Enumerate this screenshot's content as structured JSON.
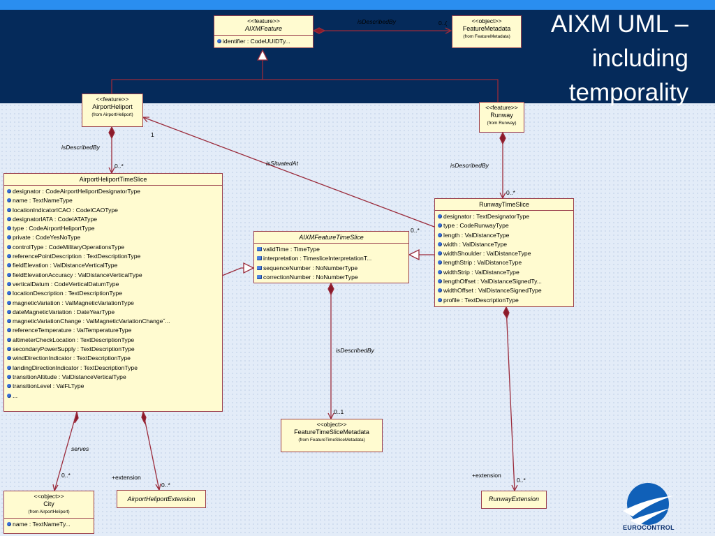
{
  "slide": {
    "title_lines": [
      "AIXM UML –",
      "including",
      "temporality"
    ],
    "logo_text": "EUROCONTROL"
  },
  "classes": {
    "aixm_feature": {
      "stereotype": "<<feature>>",
      "name": "AIXMFeature",
      "attrs": [
        "identifier : CodeUUIDTy..."
      ]
    },
    "feature_metadata": {
      "stereotype": "<<object>>",
      "name": "FeatureMetadata",
      "from": "(from FeatureMetadata)"
    },
    "airport_heliport": {
      "stereotype": "<<feature>>",
      "name": "AirportHeliport",
      "from": "(from AirportHeliport)"
    },
    "runway": {
      "stereotype": "<<feature>>",
      "name": "Runway",
      "from": "(from Runway)"
    },
    "ah_time_slice": {
      "name": "AirportHeliportTimeSlice",
      "attrs": [
        "designator : CodeAirportHeliportDesignatorType",
        "name : TextNameType",
        "locationIndicatorICAO : CodeICAOType",
        "designatorIATA : CodeIATAType",
        "type : CodeAirportHeliportType",
        "private : CodeYesNoType",
        "controlType : CodeMilitaryOperationsType",
        "referencePointDescription : TextDescriptionType",
        "fieldElevation : ValDistanceVerticalType",
        "fieldElevationAccuracy : ValDistanceVerticalType",
        "verticalDatum : CodeVerticalDatumType",
        "locationDescription : TextDescriptionType",
        "magneticVariation : ValMagneticVariationType",
        "dateMagneticVariation : DateYearType",
        "magneticVariationChange : ValMagneticVariationChangeˇ...",
        "referenceTemperature : ValTemperatureType",
        "altimeterCheckLocation : TextDescriptionType",
        "secondaryPowerSupply : TextDescriptionType",
        "windDirectionIndicator : TextDescriptionType",
        "landingDirectionIndicator : TextDescriptionType",
        "transitionAltitude : ValDistanceVerticalType",
        "transitionLevel : ValFLType",
        "..."
      ]
    },
    "feature_time_slice": {
      "name": "AIXMFeatureTimeSlice",
      "attrs": [
        "validTime : TimeType",
        "interpretation : TimesliceInterpretationT...",
        "sequenceNumber : NoNumberType",
        "correctionNumber : NoNumberType"
      ]
    },
    "runway_time_slice": {
      "name": "RunwayTimeSlice",
      "attrs": [
        "designator : TextDesignatorType",
        "type : CodeRunwayType",
        "length : ValDistanceType",
        "width : ValDistanceType",
        "widthShoulder : ValDistanceType",
        "lengthStrip : ValDistanceType",
        "widthStrip : ValDistanceType",
        "lengthOffset : ValDistanceSignedTy...",
        "widthOffset : ValDistanceSignedType",
        "profile : TextDescriptionType"
      ]
    },
    "ft_slice_metadata": {
      "stereotype": "<<object>>",
      "name": "FeatureTimeSliceMetadata",
      "from": "(from FeatureTimeSliceMetadata)"
    },
    "city": {
      "stereotype": "<<object>>",
      "name": "City",
      "from": "(from AirportHeliport)",
      "attrs": [
        "name : TextNameTy..."
      ]
    },
    "ah_extension": {
      "name": "AirportHeliportExtension"
    },
    "runway_extension": {
      "name": "RunwayExtension"
    }
  },
  "labels": {
    "is_described_by": "isDescribedBy",
    "is_situated_at": "isSituatedAt",
    "serves": "serves",
    "extension": "+extension"
  },
  "multiplicities": {
    "zero_many": "0..*",
    "zero_one": "0..1",
    "one": "1",
    "zero_trunc": "0..("
  }
}
